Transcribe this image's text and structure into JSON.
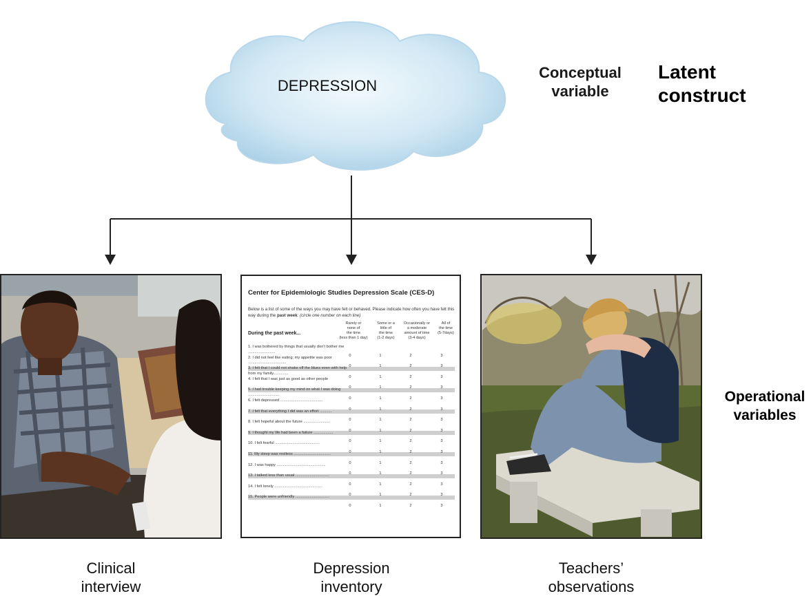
{
  "cloud": {
    "label": "DEPRESSION"
  },
  "conceptual": {
    "line1": "Conceptual",
    "line2": "variable"
  },
  "latent": {
    "line1": "Latent",
    "line2": "construct"
  },
  "operational": {
    "line1": "Operational",
    "line2": "variables"
  },
  "captions": {
    "clinical": {
      "line1": "Clinical",
      "line2": "interview"
    },
    "inventory": {
      "line1": "Depression",
      "line2": "inventory"
    },
    "teachers": {
      "line1": "Teachers’",
      "line2": "observations"
    }
  },
  "form": {
    "title": "Center for Epidemiologic Studies Depression Scale (CES-D)",
    "intro_a": "Below is a list of some of the ways you may have felt or behaved.  Please indicate how often you have felt this way during the ",
    "intro_b": "past week",
    "intro_c": ":  (circle one number on each line)",
    "during": "During the past week...",
    "columns": [
      {
        "l1": "Rarely or",
        "l2": "none of",
        "l3": "the time",
        "l4": "(less than 1 day)"
      },
      {
        "l1": "Some or a",
        "l2": "little of",
        "l3": "the time",
        "l4": "(1-2 days)"
      },
      {
        "l1": "Occasionally or",
        "l2": "a moderate",
        "l3": "amount of time",
        "l4": "(3-4 days)"
      },
      {
        "l1": "All of",
        "l2": "the time",
        "l3": "",
        "l4": "(5-7days)"
      }
    ],
    "items": [
      {
        "text": "1.  I was bothered by things that usually don't bother me .........................",
        "v": [
          "0",
          "1",
          "2",
          "3"
        ]
      },
      {
        "text": "2.  I did not feel like eating; my appetite was poor ...................................",
        "v": [
          "0",
          "1",
          "2",
          "3"
        ]
      },
      {
        "text": "3.  I felt that I could not shake off the blues even with help from my family..............",
        "v": [
          "0",
          "1",
          "2",
          "3"
        ]
      },
      {
        "text": "4.  I felt that I was just as good as other people",
        "v": [
          "0",
          "1",
          "2",
          "3"
        ]
      },
      {
        "text": "5.  I had trouble keeping my mind on what I was doing .............................",
        "v": [
          "0",
          "1",
          "2",
          "3"
        ]
      },
      {
        "text": "6.  I felt depressed .......................................",
        "v": [
          "0",
          "1",
          "2",
          "3"
        ]
      },
      {
        "text": "7.  I felt that everything I did was an effort ...........",
        "v": [
          "0",
          "1",
          "2",
          "3"
        ]
      },
      {
        "text": "8.  I felt hopeful about the future ........................",
        "v": [
          "0",
          "1",
          "2",
          "3"
        ]
      },
      {
        "text": "9.  I thought my life had been a failure ..................",
        "v": [
          "0",
          "1",
          "2",
          "3"
        ]
      },
      {
        "text": "10. I felt fearful .........................................",
        "v": [
          "0",
          "1",
          "2",
          "3"
        ]
      },
      {
        "text": "11. My sleep was restless ..................................",
        "v": [
          "0",
          "1",
          "2",
          "3"
        ]
      },
      {
        "text": "12. I was happy .............................................",
        "v": [
          "0",
          "1",
          "2",
          "3"
        ]
      },
      {
        "text": "13. I talked less than usual ...............................",
        "v": [
          "0",
          "1",
          "2",
          "3"
        ]
      },
      {
        "text": "14. I felt lonely ............................................",
        "v": [
          "0",
          "1",
          "2",
          "3"
        ]
      },
      {
        "text": "15. People were unfriendly ...............................",
        "v": [
          "0",
          "1",
          "2",
          "3"
        ]
      }
    ]
  },
  "colors": {
    "cloud_fill": "#c9e3f1",
    "cloud_edge": "#9cc6de",
    "lines": "#222222"
  }
}
